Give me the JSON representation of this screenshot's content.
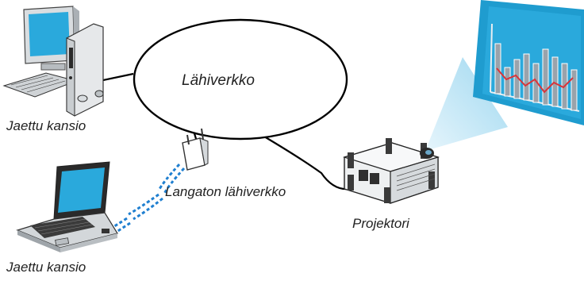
{
  "network": {
    "label": "Lähiverkko"
  },
  "desktop": {
    "label": "Jaettu kansio"
  },
  "laptop": {
    "label": "Jaettu kansio"
  },
  "wireless": {
    "label": "Langaton lähiverkko"
  },
  "projector": {
    "label": "Projektori"
  },
  "colors": {
    "screen_blue": "#2aa9dc",
    "beam_blue": "#bfe6f6",
    "chart_bar": "#9aa3ab",
    "chart_line": "#d8353a",
    "signal_blue": "#1f7fd0"
  }
}
